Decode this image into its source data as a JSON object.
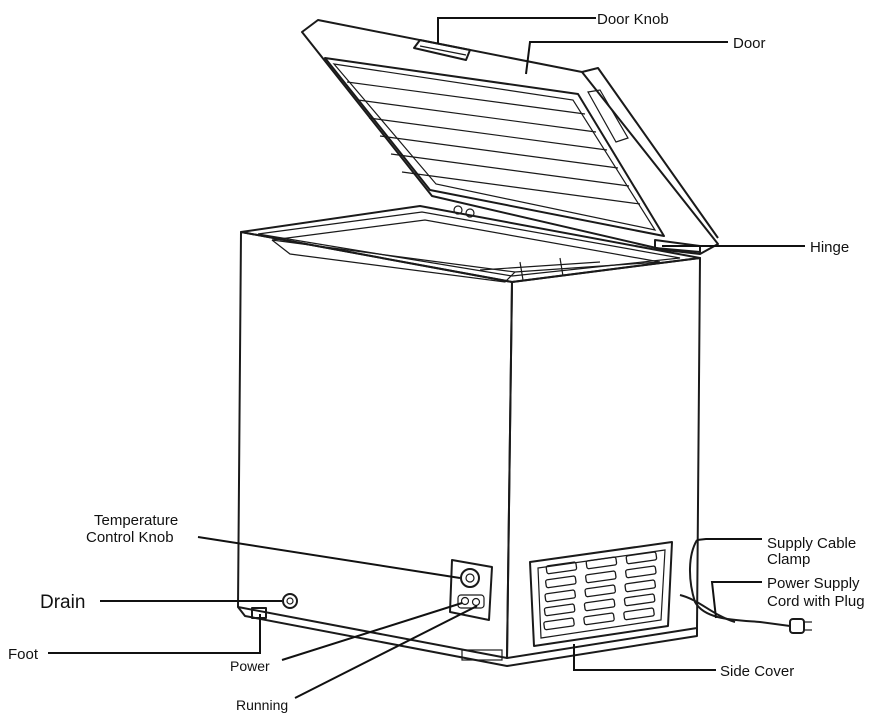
{
  "labels": {
    "door_knob": "Door Knob",
    "door": "Door",
    "hinge": "Hinge",
    "temperature_control_knob_line1": "Temperature",
    "temperature_control_knob_line2": "Control Knob",
    "drain": "Drain",
    "foot": "Foot",
    "power": "Power",
    "running": "Running",
    "side_cover": "Side Cover",
    "supply_cable_clamp_line1": "Supply Cable",
    "supply_cable_clamp_line2": "Clamp",
    "power_supply_cord_line1": "Power Supply",
    "power_supply_cord_line2": "Cord with Plug"
  }
}
